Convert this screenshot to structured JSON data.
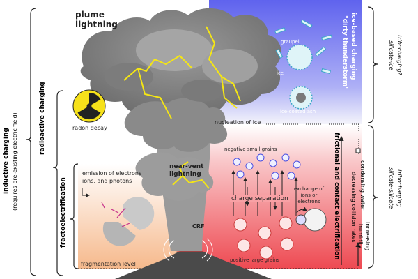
{
  "labels": {
    "plume_lightning": "plume\nlightning",
    "ice_charging": "ice-based charging",
    "dirty_thunderstorm": "\"dirty thunderstorm\"",
    "graupel": "graupel",
    "ice": "ice",
    "ice_coated_ash": "ice-coated ash",
    "radon_decay": "radon decay",
    "nucleation_of_ice": "nucleation of ice",
    "near_vent_lightning": "near-vent\nlightning",
    "negative_small_grains": "negative small grains",
    "charge_separation": "charge separation",
    "positive_large_grains": "positive large grains",
    "exchange_ions": "exchange of\nions or\nelectrons",
    "frictional_contact": "frictional and contact electrification",
    "condensing_water": "condensing water",
    "decreasing_collision": "decreasing collision rates",
    "increasing_humidity": "increasing\nhumidity",
    "emission": "emission of electrons\nions, and photons",
    "crf": "CRF",
    "fragmentation_level": "fragmentation level",
    "fractoelectrification": "fractoelectrification",
    "radioactive_charging": "radioactive charging",
    "inductive_charging": "inductive charging",
    "inductive_note": "(requires pre-existing electric field)",
    "silicate_ice": "silicate-ice",
    "silicate_ice_q": "tribocharging?",
    "silicate_silicate": "silicate-silicate",
    "silicate_silicate_2": "tribocharging"
  },
  "colors": {
    "blue_zone": "#6b6ef0",
    "red_zone": "#f0505a",
    "orange_zone": "#f7c9a0",
    "lightning": "#f5e614",
    "ash_cloud": "#8e8e8e",
    "volcano": "#444444"
  }
}
